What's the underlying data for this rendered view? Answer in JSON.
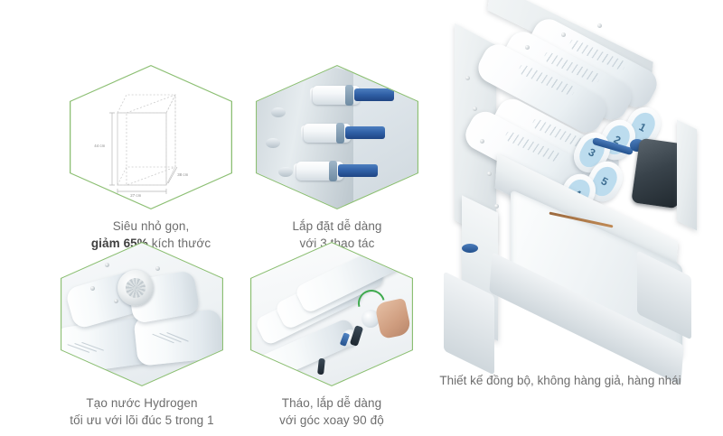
{
  "page": {
    "background_color": "#ffffff",
    "hex_border_color": "#8cbf73",
    "caption_color": "#6d6d6d",
    "accent_blue": "#bcdcee"
  },
  "features": [
    {
      "id": "compact-size",
      "icon": "dimension-box-diagram",
      "caption_line1": "Siêu nhỏ gọn,",
      "caption_bold": "giảm 65%",
      "caption_line2_rest": " kích thước",
      "dimensions": {
        "height": "44 cm",
        "width": "27 cm",
        "depth": "38 cm"
      }
    },
    {
      "id": "easy-installation",
      "icon": "quick-connect-fittings-photo",
      "caption_line1": "Lắp đặt dễ dàng",
      "caption_line2": "với 3 thao tác"
    },
    {
      "id": "hydrogen-water",
      "icon": "filter-core-photo",
      "caption_line1": "Tạo nước Hydrogen",
      "caption_line2": "tối ưu với lõi đúc 5 trong 1"
    },
    {
      "id": "easy-removal",
      "icon": "rotating-filter-hand-photo",
      "caption_line1": "Tháo, lắp dễ dàng",
      "caption_line2": "với góc xoay 90 độ"
    }
  ],
  "product": {
    "image_name": "water-purifier-internal-view",
    "caption": "Thiết kế đồng bộ, không hàng giả, hàng nhái",
    "cartridges": [
      {
        "number": "1"
      },
      {
        "number": "2"
      },
      {
        "number": "3"
      },
      {
        "number": "4"
      },
      {
        "number": "5"
      }
    ]
  }
}
